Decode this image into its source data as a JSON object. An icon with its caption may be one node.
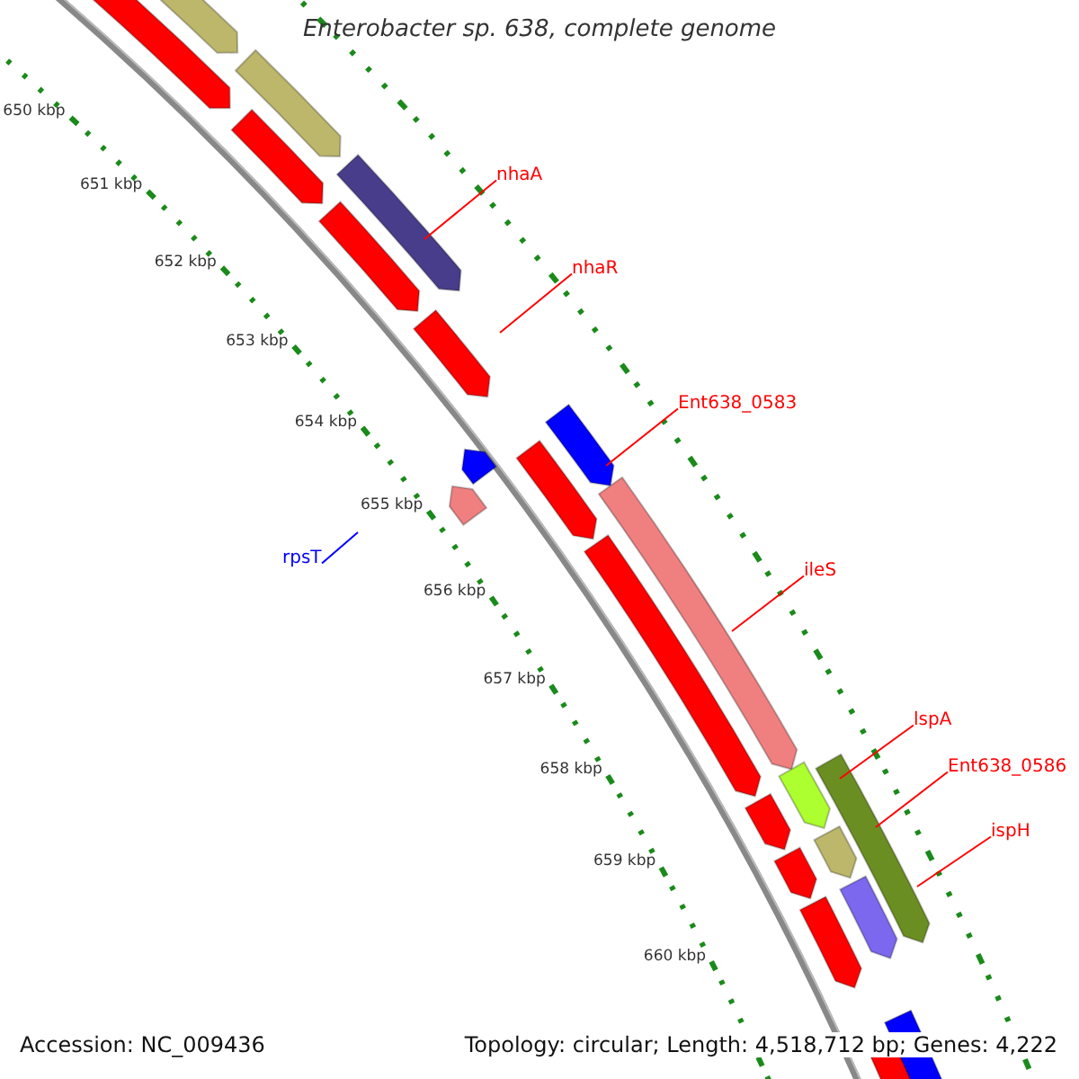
{
  "diagram": {
    "title": "Enterobacter sp. 638, complete genome",
    "nodes": [
      {
        "text": [
          "nhaA"
        ]
      },
      {
        "text": [
          "nhaR"
        ]
      },
      {
        "text": [
          "Ent638_0583"
        ]
      },
      {
        "text": [
          "ileS"
        ]
      },
      {
        "text": [
          "lspA"
        ]
      },
      {
        "text": [
          "Ent638_0586"
        ]
      },
      {
        "text": [
          "ispH"
        ]
      },
      {
        "text": [
          "rpsT"
        ]
      }
    ],
    "edges": [
      {
        "from": 0,
        "to": null,
        "arrow": "none"
      },
      {
        "from": 1,
        "to": null,
        "arrow": "none"
      },
      {
        "from": 2,
        "to": null,
        "arrow": "none"
      },
      {
        "from": 3,
        "to": null,
        "arrow": "none"
      },
      {
        "from": 4,
        "to": null,
        "arrow": "none"
      },
      {
        "from": 5,
        "to": null,
        "arrow": "none"
      },
      {
        "from": 6,
        "to": null,
        "arrow": "none"
      },
      {
        "from": 7,
        "to": null,
        "arrow": "none",
        "color": "#0000ff"
      }
    ],
    "labels": [
      "650 kbp",
      "651 kbp",
      "652 kbp",
      "653 kbp",
      "654 kbp",
      "655 kbp",
      "656 kbp",
      "657 kbp",
      "658 kbp",
      "659 kbp",
      "660 kbp",
      "Accession: NC_009436",
      "Topology: circular; Length: 4,518,712 bp; Genes: 4,222"
    ]
  }
}
